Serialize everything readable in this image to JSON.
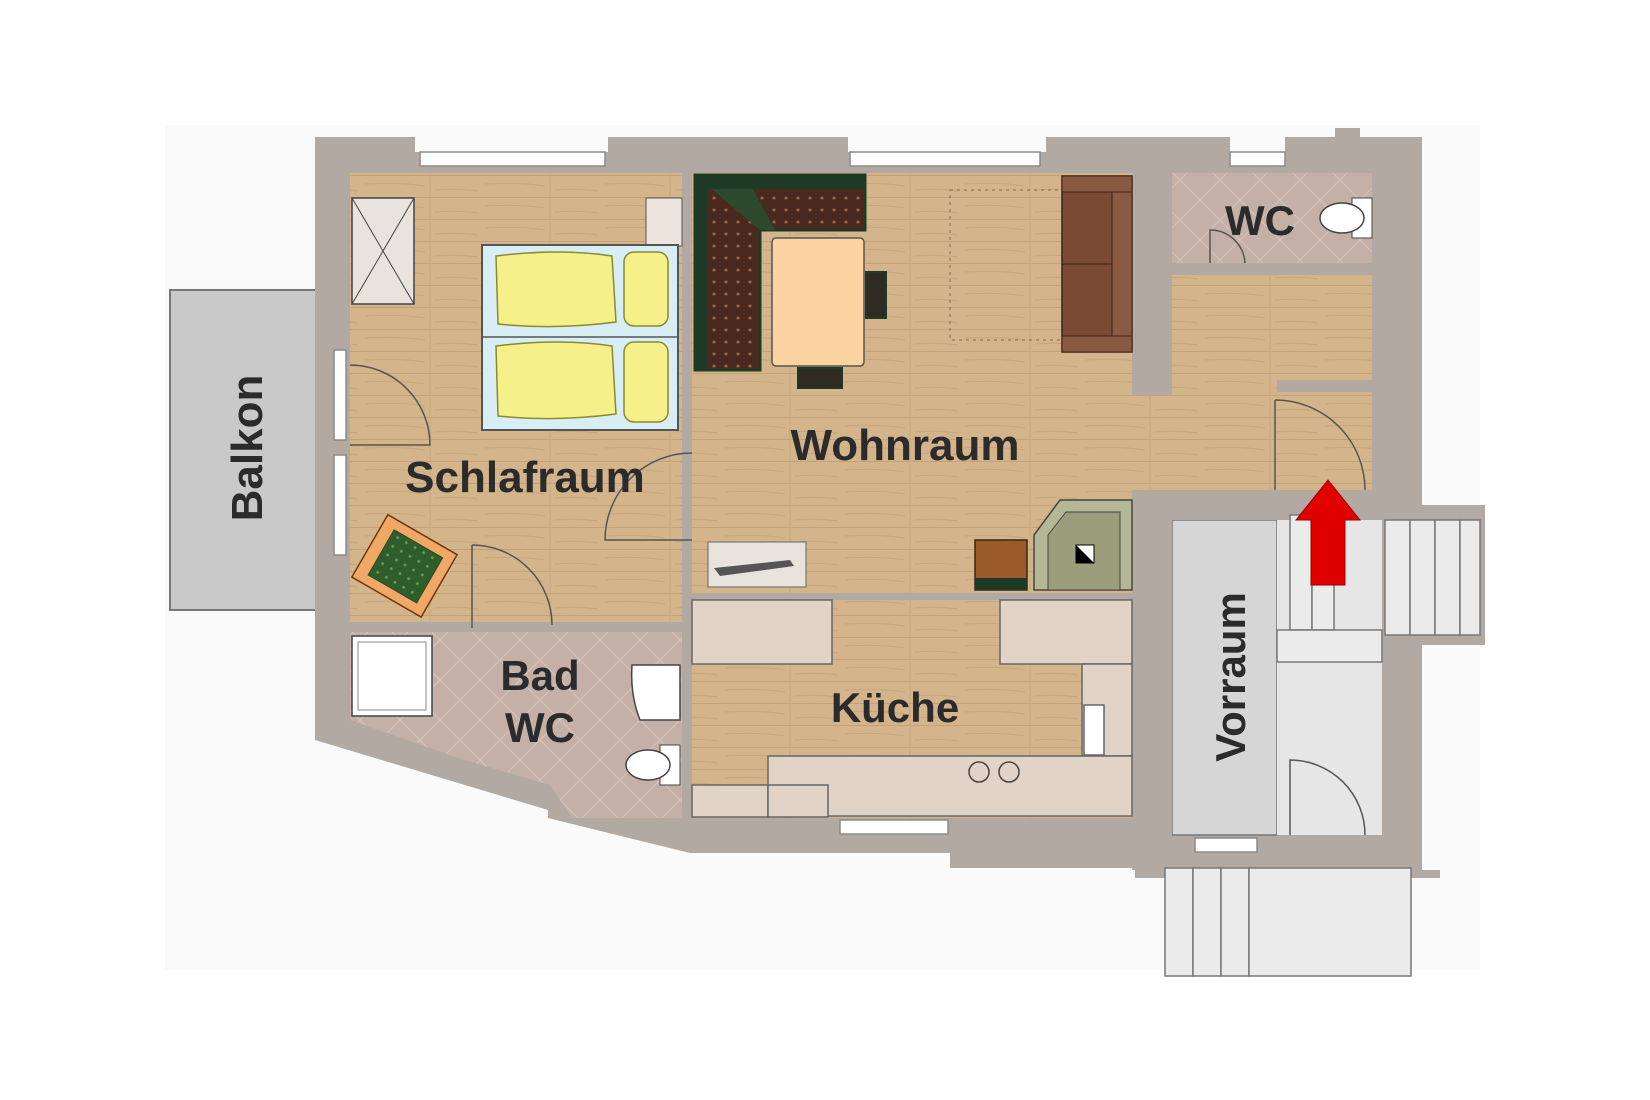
{
  "rooms": {
    "balkon": "Balkon",
    "schlafraum": "Schlafraum",
    "wohnraum": "Wohnraum",
    "bad_line1": "Bad",
    "bad_line2": "WC",
    "kueche": "Küche",
    "wc": "WC",
    "vorraum": "Vorraum"
  },
  "colors": {
    "wall": "#b5ada5",
    "floor_wood": "#d2b48c",
    "floor_tile": "#c2aea4",
    "balcony": "#c9c9c9",
    "entrance_arrow": "#e00000",
    "sofa_brown": "#7a4a35",
    "bench_green": "#1f3a24",
    "bed_yellow": "#f5f08a",
    "counter": "#e2d3c7"
  },
  "icons": {
    "entrance": "entrance-arrow-icon",
    "bed": "double-bed-icon",
    "sofa": "sofa-icon",
    "toilet": "toilet-icon",
    "shower": "shower-tray-icon",
    "sink": "sink-icon",
    "stove": "stove-icon",
    "armchair": "armchair-icon",
    "wardrobe": "wardrobe-icon",
    "stove_tiled": "tiled-stove-icon"
  }
}
